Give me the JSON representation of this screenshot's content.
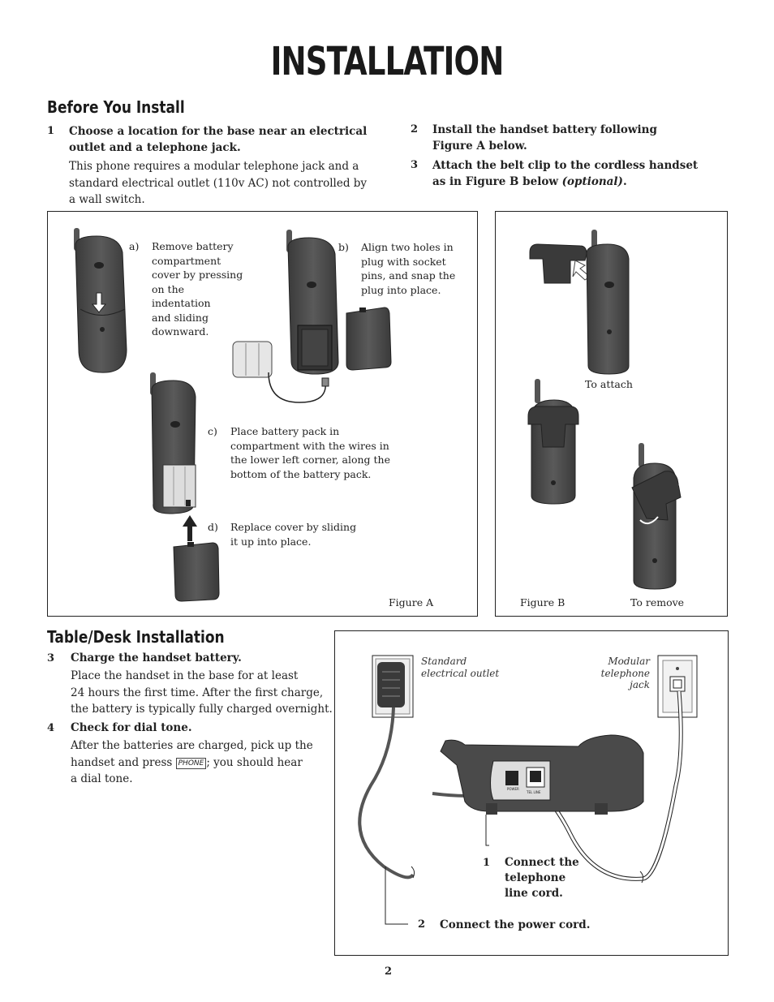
{
  "page_title": "INSTALLATION",
  "before_install": {
    "heading": "Before You Install",
    "step1": {
      "num": "1",
      "title_l1": "Choose a location for the base near an electrical",
      "title_l2": "outlet and a telephone jack.",
      "body_l1": "This phone requires a modular telephone jack and a",
      "body_l2": "standard electrical outlet (110v AC) not controlled by",
      "body_l3": "a wall switch."
    },
    "step2": {
      "num": "2",
      "l1": "Install the handset battery following",
      "l2": "Figure A below."
    },
    "step3": {
      "num": "3",
      "l1": "Attach the belt clip to the cordless handset",
      "l2_prefix": "as in Figure B below ",
      "l2_italic": "(optional)",
      "l2_suffix": "."
    }
  },
  "figure_a": {
    "caption": "Figure A",
    "a_label": "a)",
    "a_lines": [
      "Remove battery",
      "compartment",
      "cover by pressing",
      "on the",
      "indentation",
      "and sliding",
      "downward."
    ],
    "b_label": "b)",
    "b_lines": [
      "Align two holes in",
      "plug with socket",
      "pins, and snap the",
      "plug into place."
    ],
    "c_label": "c)",
    "c_lines": [
      "Place battery pack in",
      "compartment with the wires in",
      "the lower left corner, along the",
      "bottom of the battery pack."
    ],
    "d_label": "d)",
    "d_lines": [
      "Replace cover by sliding",
      "it up into place."
    ]
  },
  "figure_b": {
    "caption": "Figure B",
    "attach_label": "To attach",
    "remove_label": "To remove"
  },
  "table_desk": {
    "heading": "Table/Desk Installation",
    "step3": {
      "num": "3",
      "title": "Charge the handset battery.",
      "l1": "Place the handset in the base for at least",
      "l2": "24 hours the first time. After the first charge,",
      "l3": "the battery is typically fully charged overnight."
    },
    "step4": {
      "num": "4",
      "title": "Check for dial tone.",
      "l1": "After the batteries are charged, pick up the",
      "l2_prefix": "handset and press ",
      "key": "PHONE",
      "l2_suffix": "; you should hear",
      "l3": "a dial tone."
    }
  },
  "base_diagram": {
    "outlet_label": [
      "Standard",
      "electrical outlet"
    ],
    "jack_label": [
      "Modular",
      "telephone",
      "jack"
    ],
    "port_power": "POWER",
    "port_tel": "TEL LINE",
    "callout1_num": "1",
    "callout1": [
      "Connect the",
      "telephone",
      "line cord."
    ],
    "callout2_num": "2",
    "callout2": "Connect the power cord."
  },
  "page_number": "2",
  "colors": {
    "handset": "#4a4a4a",
    "handset_dark": "#2e2e2e",
    "cord_dark": "#555555",
    "border": "#222222"
  }
}
